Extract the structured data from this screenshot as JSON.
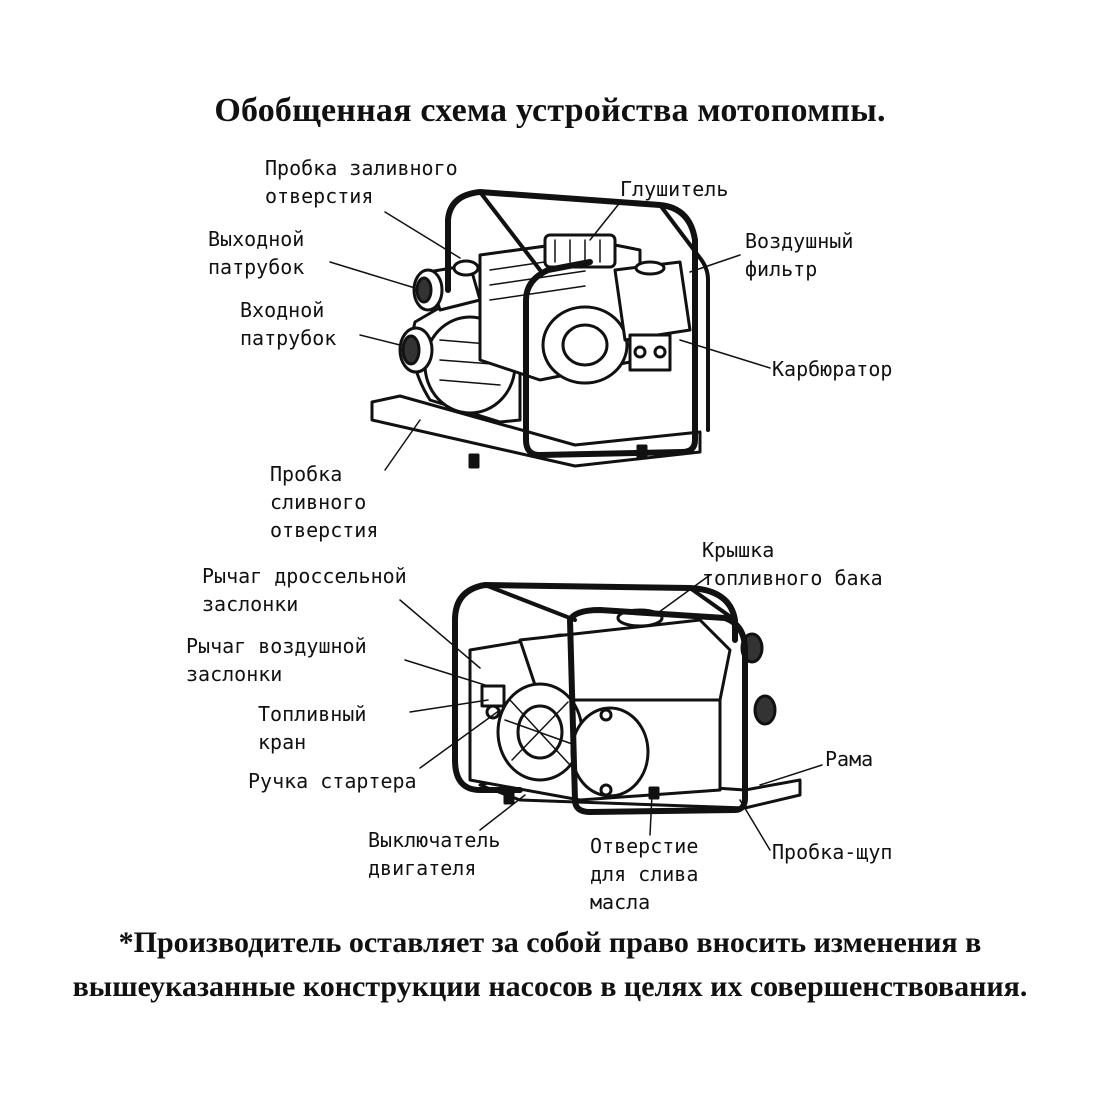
{
  "title": "Обобщенная схема устройства мотопомпы.",
  "top_diagram": {
    "labels": {
      "fill_plug": [
        "Пробка заливного",
        "отверстия"
      ],
      "outlet": [
        "Выходной",
        "патрубок"
      ],
      "inlet": [
        "Входной",
        "патрубок"
      ],
      "drain_plug": [
        "Пробка",
        "сливного",
        "отверстия"
      ],
      "muffler": [
        "Глушитель"
      ],
      "air_filter": [
        "Воздушный",
        "фильтр"
      ],
      "carburetor": [
        "Карбюратор"
      ]
    }
  },
  "bottom_diagram": {
    "labels": {
      "throttle_lever": [
        "Рычаг дроссельной",
        "заслонки"
      ],
      "choke_lever": [
        "Рычаг воздушной",
        "заслонки"
      ],
      "fuel_valve": [
        "Топливный",
        "кран"
      ],
      "starter_handle": [
        "Ручка стартера"
      ],
      "engine_switch": [
        "Выключатель",
        "двигателя"
      ],
      "oil_drain": [
        "Отверстие",
        "для слива",
        "масла"
      ],
      "dipstick": [
        "Пробка-щуп"
      ],
      "frame": [
        "Рама"
      ],
      "fuel_cap": [
        "Крышка",
        "топливного бака"
      ]
    }
  },
  "footer": {
    "line1": "*Производитель оставляет за собой право вносить изменения в",
    "line2": "вышеуказанные конструкции насосов в целях их совершенствования."
  }
}
